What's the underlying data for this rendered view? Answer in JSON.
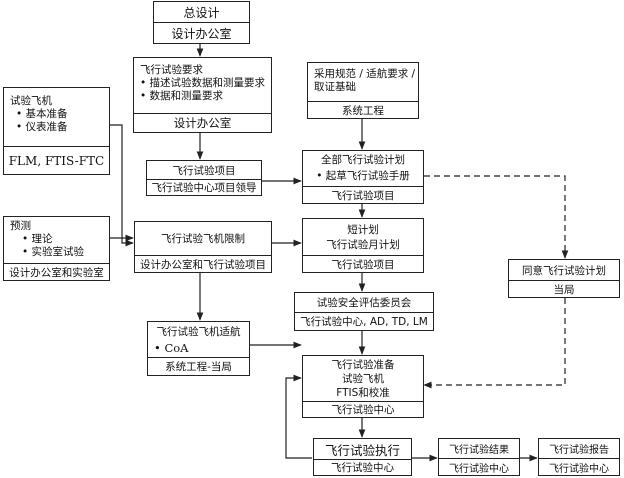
{
  "b1": {
    "line1": "总设计",
    "line2": "设计办公室"
  },
  "b2": {
    "title": "飞行试验要求",
    "items": [
      "• 描述试验数据和测量要求",
      "• 数据和测量要求"
    ],
    "footer": "设计办公室"
  },
  "b3": {
    "line1": "采用规范 / 适航要求 /",
    "line2": "取证基础",
    "footer": "系统工程"
  },
  "b4": {
    "title": "试验飞机",
    "items": [
      "• 基本准备",
      "• 仪表准备"
    ],
    "footer": "FLM, FTIS-FTC"
  },
  "b5": {
    "title": "飞行试验项目",
    "footer": "飞行试验中心项目领导"
  },
  "b6": {
    "title": "全部飞行试验计划",
    "item": "• 起草飞行试验手册",
    "footer": "飞行试验项目"
  },
  "b7": {
    "title": "预测",
    "items": [
      "• 理论",
      "• 实验室试验"
    ],
    "footer": "设计办公室和实验室"
  },
  "b8": {
    "title": "飞行试验飞机限制",
    "footer": "设计办公室和飞行试验项目"
  },
  "b9": {
    "line1": "短计划",
    "line2": "飞行试验月计划",
    "footer": "飞行试验项目"
  },
  "b10": {
    "title": "同意飞行试验计划",
    "footer": "当局"
  },
  "b11": {
    "title": "试验安全评估委员会",
    "footer": "飞行试验中心, AD, TD, LM"
  },
  "b12": {
    "title": "飞行试验飞机适航",
    "item": "•  CoA",
    "footer": "系统工程-当局"
  },
  "b13": {
    "line1": "飞行试验准备",
    "line2": "试验飞机",
    "line3": "FTIS和校准",
    "footer": "飞行试验中心"
  },
  "b14": {
    "title": "飞行试验执行",
    "footer": "飞行试验中心"
  },
  "b15": {
    "title": "飞行试验结果",
    "footer": "飞行试验中心"
  },
  "b16": {
    "title": "飞行试验报告",
    "footer": "飞行试验中心"
  }
}
